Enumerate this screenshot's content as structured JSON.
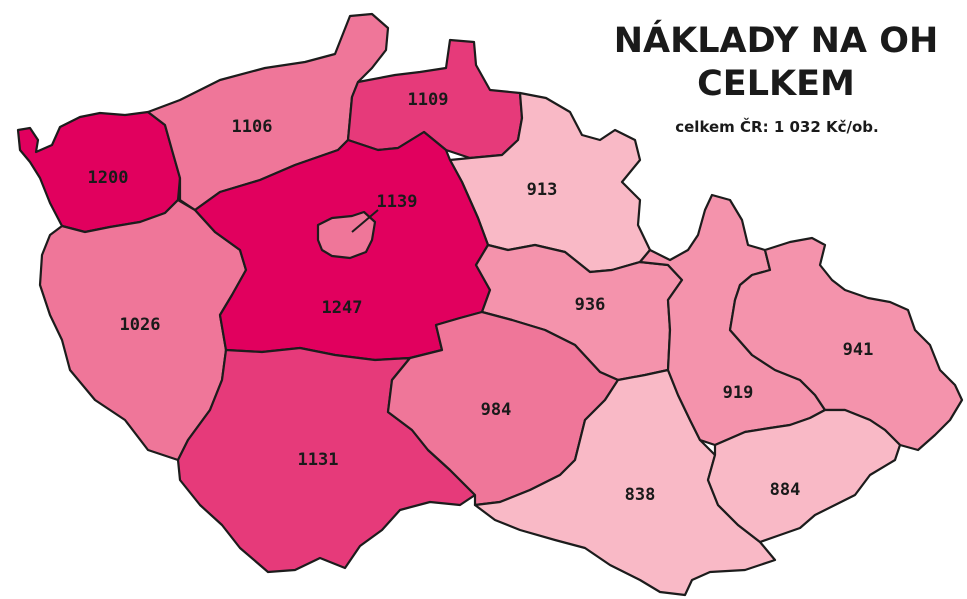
{
  "map": {
    "title_line1": "NÁKLADY NA OH",
    "title_line2": "CELKEM",
    "subtitle": "celkem ČR: 1 032 Kč/ob.",
    "colors": {
      "highest": "#e1005e",
      "high": "#e63a7a",
      "mid": "#ef7699",
      "low": "#f493ac",
      "lowest": "#f9b9c6",
      "border": "#1c1c1c"
    },
    "regions": [
      {
        "id": "karlovarsky",
        "value": "1200",
        "color": "#e1005e"
      },
      {
        "id": "ustecky",
        "value": "1106",
        "color": "#ef7699"
      },
      {
        "id": "liberecky",
        "value": "1109",
        "color": "#e63a7a"
      },
      {
        "id": "kralovehradecky",
        "value": "913",
        "color": "#f9b9c6"
      },
      {
        "id": "plzensky",
        "value": "1026",
        "color": "#ef7699"
      },
      {
        "id": "stredocesky",
        "value": "1247",
        "color": "#e1005e"
      },
      {
        "id": "praha",
        "value": "1139",
        "color": "#ef7699"
      },
      {
        "id": "pardubicky",
        "value": "936",
        "color": "#f493ac"
      },
      {
        "id": "jihocesky",
        "value": "1131",
        "color": "#e63a7a"
      },
      {
        "id": "vysocina",
        "value": "984",
        "color": "#ef7699"
      },
      {
        "id": "jihomoravsky",
        "value": "838",
        "color": "#f9b9c6"
      },
      {
        "id": "olomoucky",
        "value": "919",
        "color": "#f493ac"
      },
      {
        "id": "moravskoslezsky",
        "value": "941",
        "color": "#f493ac"
      },
      {
        "id": "zlinsky",
        "value": "884",
        "color": "#f9b9c6"
      }
    ]
  }
}
